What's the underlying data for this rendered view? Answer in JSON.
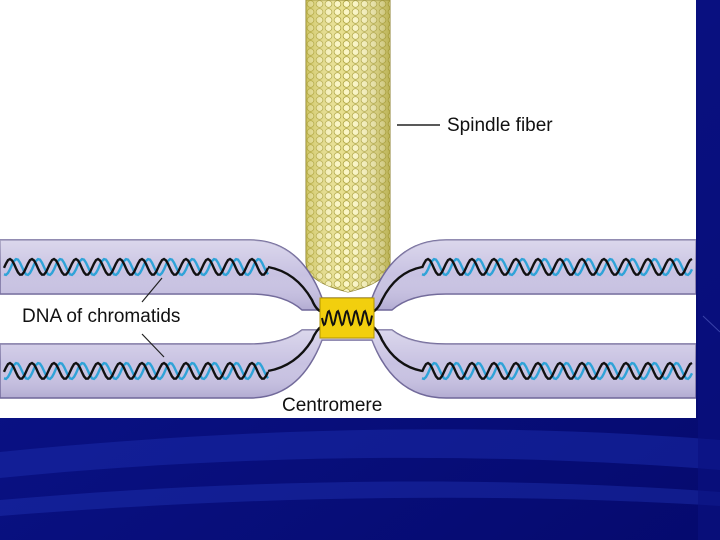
{
  "slide": {
    "background_color": "#0b0f86",
    "accent_color": "#3a4fd6"
  },
  "diagram": {
    "labels": {
      "spindle_fiber": "Spindle fiber",
      "dna_of_chromatids": "DNA of chromatids",
      "centromere": "Centromere"
    },
    "colors": {
      "chromatid_fill": "#c8c2e2",
      "spindle_fill": "#e7df8c",
      "centromere_fill": "#f2cf0e",
      "dna_strand_dark": "#111111",
      "dna_strand_light": "#2fa3d8"
    }
  }
}
